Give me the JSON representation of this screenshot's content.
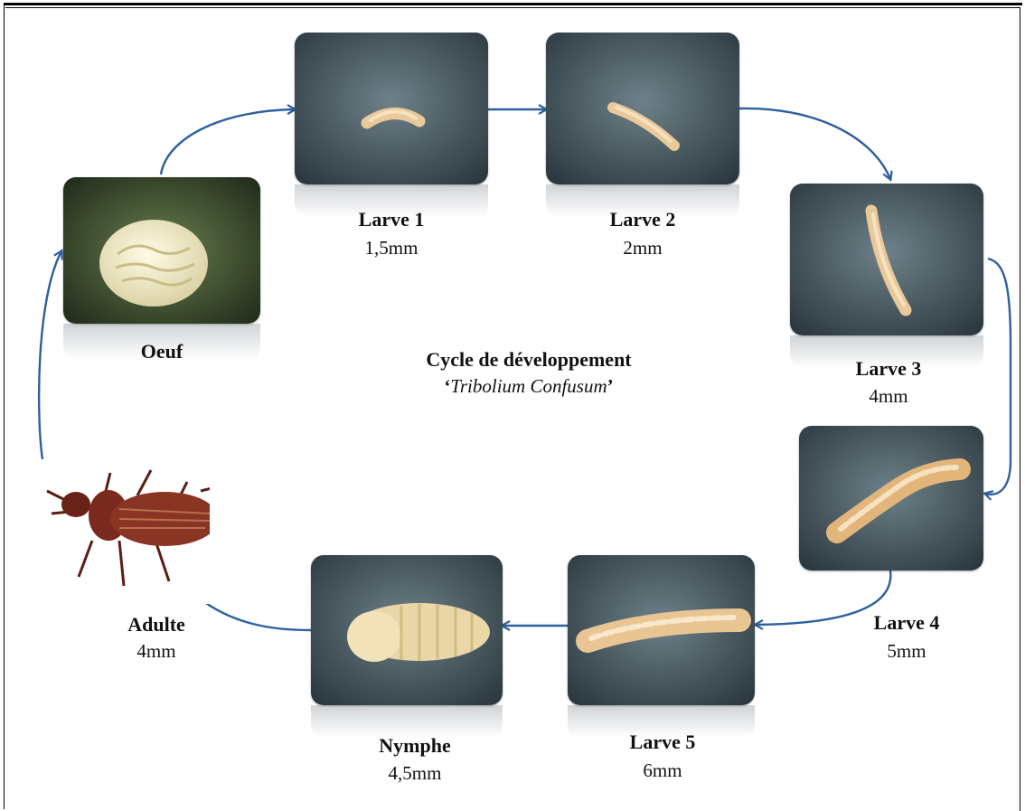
{
  "title": "Cycle de développement",
  "subtitle": {
    "open_quote": "‘",
    "species": "Tribolium Confusum",
    "close_quote": "’"
  },
  "stages": [
    {
      "id": "oeuf",
      "name": "Oeuf",
      "size": ""
    },
    {
      "id": "larve1",
      "name": "Larve 1",
      "size": "1,5mm"
    },
    {
      "id": "larve2",
      "name": "Larve 2",
      "size": "2mm"
    },
    {
      "id": "larve3",
      "name": "Larve 3",
      "size": "4mm"
    },
    {
      "id": "larve4",
      "name": "Larve 4",
      "size": "5mm"
    },
    {
      "id": "larve5",
      "name": "Larve 5",
      "size": "6mm"
    },
    {
      "id": "nymphe",
      "name": "Nymphe",
      "size": "4,5mm"
    },
    {
      "id": "adulte",
      "name": "Adulte",
      "size": "4mm"
    }
  ],
  "colors": {
    "arrow": "#2e5f9e",
    "photo_background": "#4a5a66",
    "larva": "#e9c99a",
    "beetle": "#7a2a1e"
  }
}
